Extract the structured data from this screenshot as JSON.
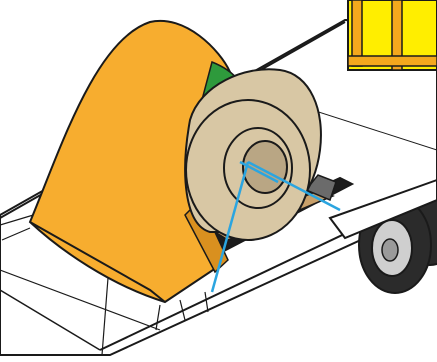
{
  "colors": {
    "background": "#ffffff",
    "outline": "#1a1a1a",
    "trailer_deck": "#ffffff",
    "cargo_box_yellow": "#ffee00",
    "cargo_box_frame": "#f4a81d",
    "load_cover_orange": "#f7ad2f",
    "load_cover_shadow": "#d9901f",
    "green_band": "#2e9a3c",
    "coil": "#d8c7a4",
    "coil_shade": "#b9a684",
    "cradle": "#c8a06a",
    "well_dark": "#1c1c1c",
    "chain_blue": "#2ba5e0",
    "tire": "#2b2b2b",
    "rim": "#cfcfcf"
  },
  "icons": {
    "coil": "steel-coil",
    "cover": "coil-tarp-cover",
    "tiedown": "securing-chain",
    "wheel": "trailer-wheel"
  }
}
